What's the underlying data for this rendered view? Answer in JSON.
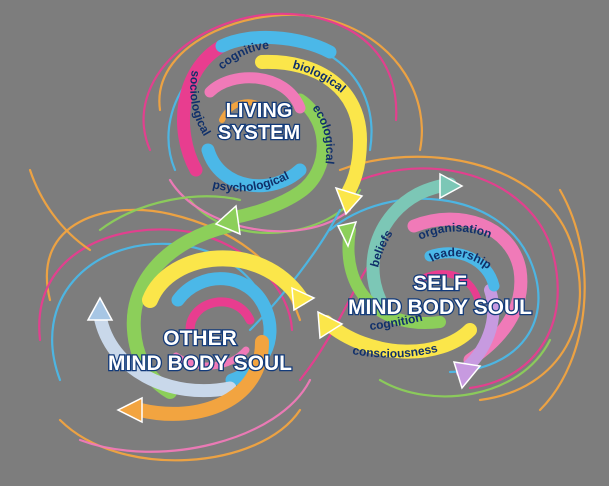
{
  "colors": {
    "background": "#7d7d7d",
    "pink": "#f07ab8",
    "magenta": "#e83d8f",
    "blue": "#4bb8e8",
    "yellow": "#fbe64a",
    "green": "#8ccf5a",
    "orange": "#f2a440",
    "teal": "#7cc7b6",
    "lavender": "#c79ae0",
    "label": "#10306a"
  },
  "clusters": {
    "living_system": {
      "title_line1": "LIVING",
      "title_line2": "SYSTEM",
      "labels": {
        "cognitive": "cognitive",
        "biological": "biological",
        "ecological": "ecological",
        "psychological": "psychological",
        "sociological": "sociological"
      }
    },
    "self": {
      "title_line1": "SELF",
      "title_line2": "MIND BODY SOUL",
      "labels": {
        "beliefs": "beliefs",
        "organisation": "organisation",
        "leadership": "leadership",
        "cognition": "cognition",
        "consciousness": "consciousness"
      }
    },
    "other": {
      "title_line1": "OTHER",
      "title_line2": "MIND BODY SOUL"
    }
  }
}
